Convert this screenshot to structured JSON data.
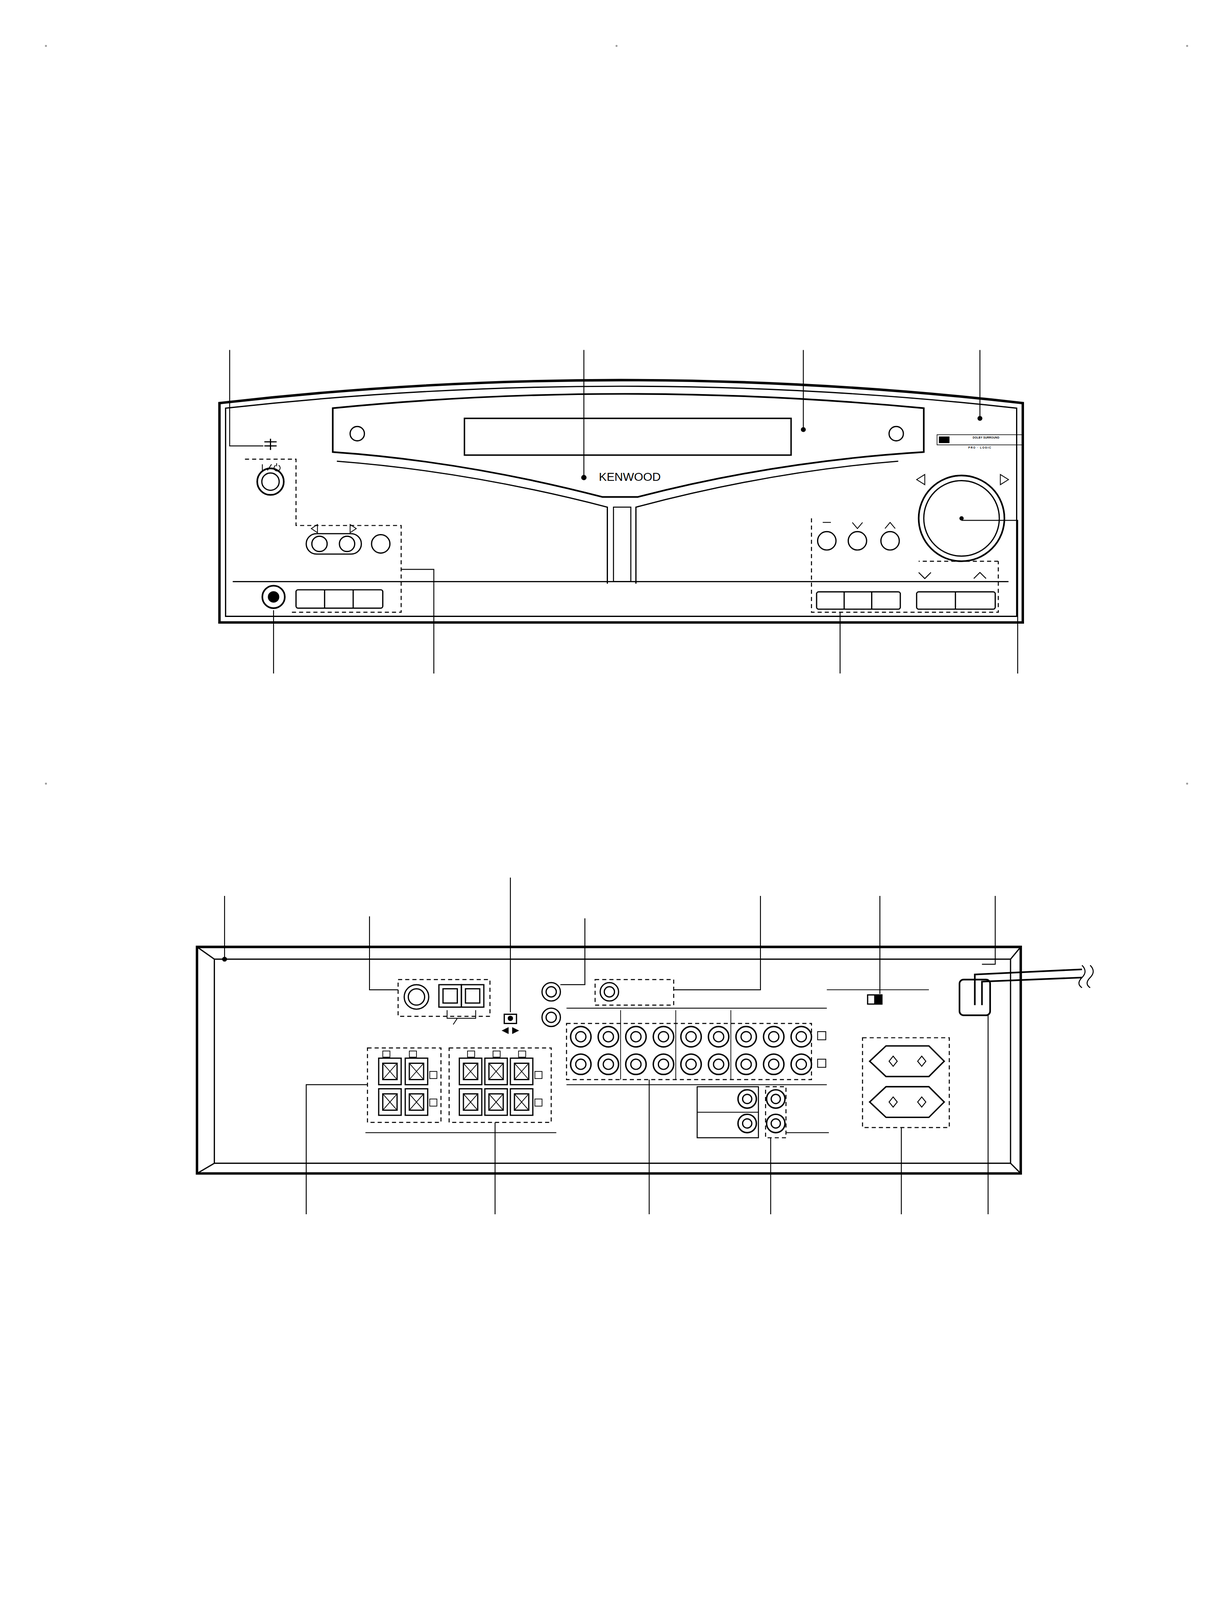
{
  "diagram": {
    "labels": [
      "KENWOOD",
      "DOLBY SURROUND",
      "PRO · LOGIC"
    ]
  }
}
